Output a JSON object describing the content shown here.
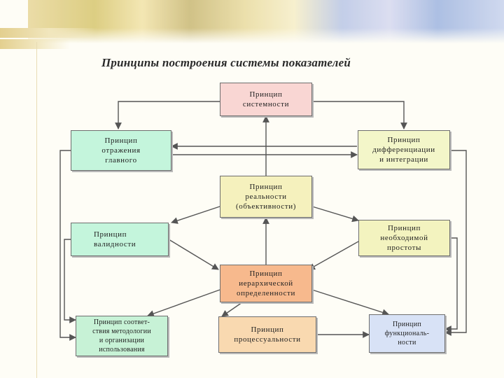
{
  "title": "Принципы построения системы показателей",
  "nodes": {
    "systemness": {
      "label": "Принцип\nсистемности",
      "color": "#f9d6d3"
    },
    "reflection": {
      "label": "Принцип\nотражения\nглавного",
      "color": "#c4f5dc"
    },
    "differentiation": {
      "label": "Принцип\nдифференциации\nи интеграции",
      "color": "#f3f6c9"
    },
    "reality": {
      "label": "Принцип\nреальности\n(объективности)",
      "color": "#f5f1bd"
    },
    "validity": {
      "label": "Принцип\nвалидности",
      "color": "#c4f5dc"
    },
    "simplicity": {
      "label": "Принцип\nнеобходимой\nпростоты",
      "color": "#f3f3bf"
    },
    "hierarchy": {
      "label": "Принцип\nиерархической\nопределенности",
      "color": "#f7b98d"
    },
    "conformity": {
      "label": "Принцип соответ-\nствия методологии\nи организации\nиспользования",
      "color": "#c7f2d6"
    },
    "processuality": {
      "label": "Принцип\nпроцессуальности",
      "color": "#f9d9b0"
    },
    "functionality": {
      "label": "Принцип\nфункциональ-\nности",
      "color": "#d8e2f6"
    }
  }
}
